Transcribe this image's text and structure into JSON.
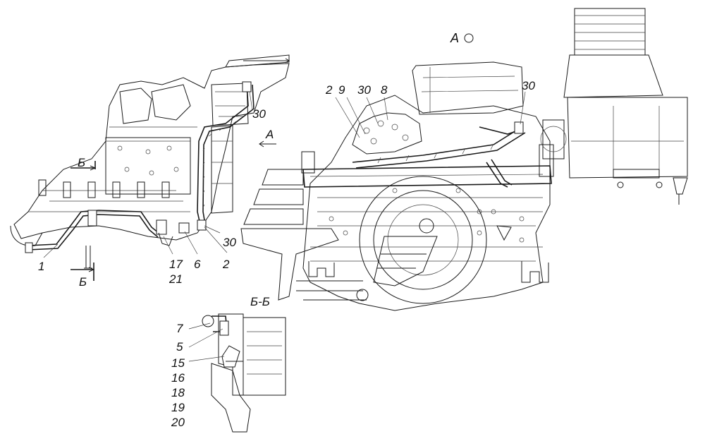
{
  "view_labels": {
    "view_a": "А",
    "arrow_a": "А",
    "section_b_left": "Б",
    "section_b_right": "Б",
    "section_title": "Б-Б"
  },
  "callouts_left": [
    "1",
    "17",
    "21",
    "6",
    "2",
    "30",
    "30"
  ],
  "callouts_center": [
    "2",
    "9",
    "30",
    "8",
    "30"
  ],
  "callouts_section": [
    "7",
    "5",
    "15",
    "16",
    "18",
    "19",
    "20"
  ],
  "colors": {
    "ink": "#1a1a1a",
    "background": "#ffffff"
  }
}
